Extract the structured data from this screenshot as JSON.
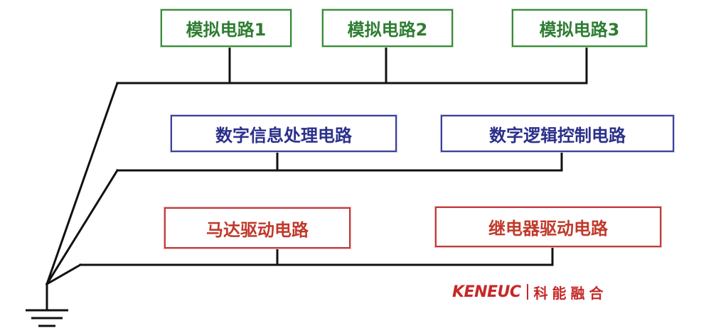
{
  "diagram": {
    "analog_circuits": [
      {
        "label": "模拟电路1"
      },
      {
        "label": "模拟电路2"
      },
      {
        "label": "模拟电路3"
      }
    ],
    "digital_circuits": [
      {
        "label": "数字信息处理电路"
      },
      {
        "label": "数字逻辑控制电路"
      }
    ],
    "drive_circuits": [
      {
        "label": "马达驱动电路"
      },
      {
        "label": "继电器驱动电路"
      }
    ]
  },
  "colors": {
    "analog": "#2e7d32",
    "digital": "#2a2f8a",
    "drive": "#c0392b",
    "wire": "#111111",
    "logo": "#c62828"
  },
  "logo": {
    "wordmark": "KENEUC",
    "chinese": "科能融合"
  }
}
